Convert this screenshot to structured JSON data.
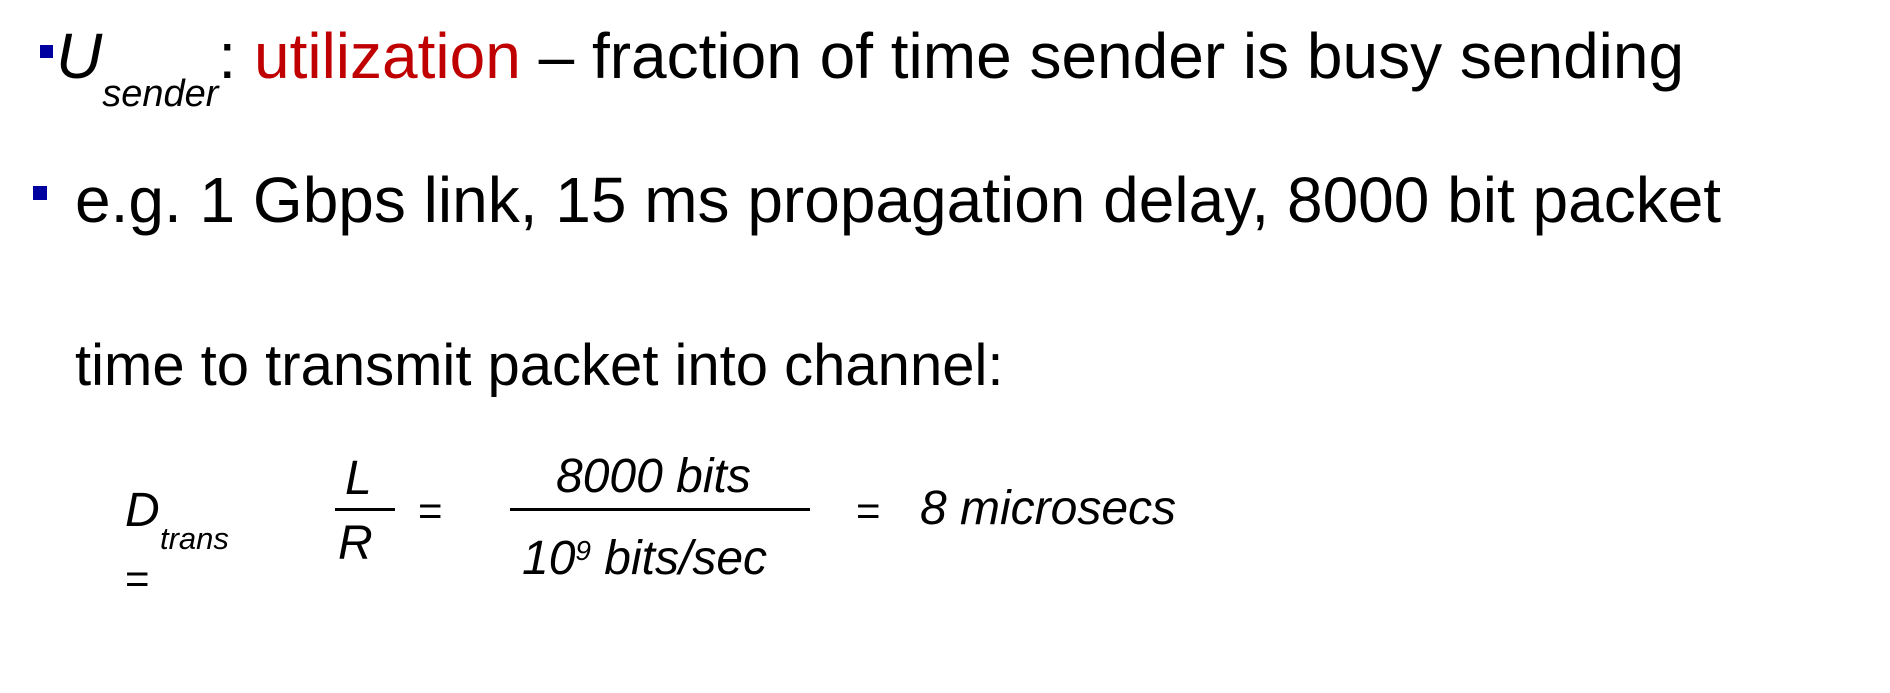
{
  "bullet1": {
    "var": "U",
    "sub": "sender",
    "colon": ":",
    "term": "utilization",
    "rest": "– fraction of time sender is busy sending"
  },
  "bullet2": {
    "text": "e.g. 1 Gbps link, 15 ms propagation delay, 8000 bit packet"
  },
  "subline": "time to transmit packet into channel:",
  "equation": {
    "lhs_var": "D",
    "lhs_sub": "trans",
    "lhs_eq": "=",
    "frac1_num": "L",
    "frac1_den": "R",
    "eq1": "=",
    "frac2_num": "8000 bits",
    "frac2_den_base": "10",
    "frac2_den_exp": "9",
    "frac2_den_rest": " bits/sec",
    "eq2": "=",
    "result": "8 microsecs"
  },
  "colors": {
    "bullet": "#0000a0",
    "highlight": "#c00000",
    "text": "#000000"
  }
}
